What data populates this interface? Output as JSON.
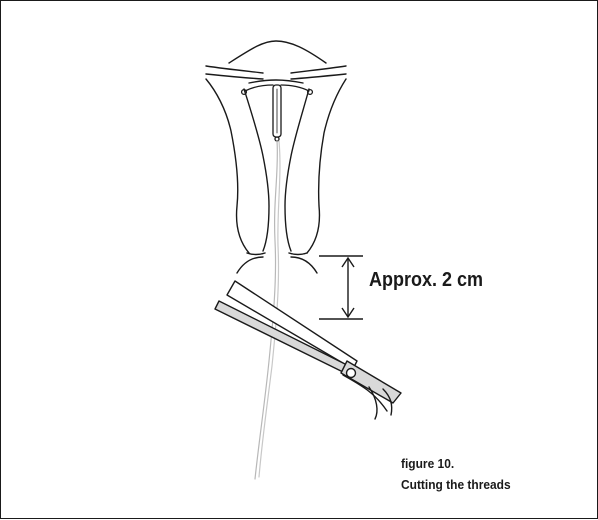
{
  "measurement": {
    "label": "Approx. 2 cm"
  },
  "caption": {
    "number": "figure 10.",
    "title": "Cutting the threads"
  },
  "colors": {
    "line": "#1a1a1a",
    "blade_fill": "#d9d9d9",
    "thread": "#b8b8b8"
  },
  "icons": [
    "uterus-illustration",
    "iud-device",
    "threads",
    "scissors-icon",
    "dimension-arrow"
  ]
}
